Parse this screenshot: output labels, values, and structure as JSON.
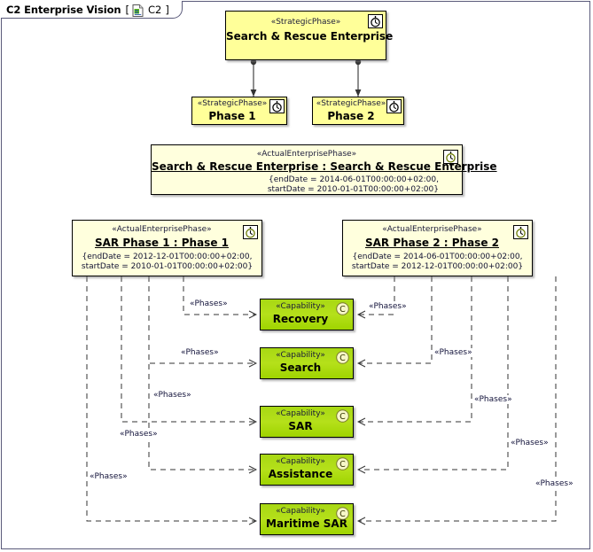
{
  "frame": {
    "title": "C2 Enterprise Vision",
    "bracket_open": "[",
    "bracket_close": "]",
    "code": "C2",
    "icon": "document-icon"
  },
  "stereotypes": {
    "strategic_phase": "«StrategicPhase»",
    "actual_enterprise_phase": "«ActualEnterprisePhase»",
    "capability": "«Capability»"
  },
  "icons": {
    "clock": "clock-icon",
    "capability": "capability-c-icon",
    "document": "document-icon"
  },
  "colors": {
    "phase_fill": "#ffff99",
    "actual_fill": "#ffffdd",
    "capability_fill": "#aadd11",
    "border": "#000000",
    "frame_border": "#5a5a7a",
    "text": "#000000",
    "stereotype_text": "#1a1a3a",
    "connector": "#333333"
  },
  "nodes": {
    "strategic_enterprise": {
      "stereotype": "«StrategicPhase»",
      "name": "Search & Rescue Enterprise"
    },
    "phase1": {
      "stereotype": "«StrategicPhase»",
      "name": "Phase 1"
    },
    "phase2": {
      "stereotype": "«StrategicPhase»",
      "name": "Phase 2"
    },
    "actual_enterprise": {
      "stereotype": "«ActualEnterprisePhase»",
      "name": "Search & Rescue Enterprise : Search & Rescue Enterprise",
      "props": [
        "{endDate = 2014-06-01T00:00:00+02:00,",
        "startDate = 2010-01-01T00:00:00+02:00}"
      ]
    },
    "sar_phase1": {
      "stereotype": "«ActualEnterprisePhase»",
      "name": "SAR Phase 1 : Phase 1",
      "props": [
        "{endDate = 2012-12-01T00:00:00+02:00,",
        "startDate = 2010-01-01T00:00:00+02:00}"
      ]
    },
    "sar_phase2": {
      "stereotype": "«ActualEnterprisePhase»",
      "name": "SAR Phase 2 : Phase 2",
      "props": [
        "{endDate = 2014-06-01T00:00:00+02:00,",
        "startDate = 2012-12-01T00:00:00+02:00}"
      ]
    },
    "capabilities": [
      {
        "stereotype": "«Capability»",
        "name": "Recovery"
      },
      {
        "stereotype": "«Capability»",
        "name": "Search"
      },
      {
        "stereotype": "«Capability»",
        "name": "SAR"
      },
      {
        "stereotype": "«Capability»",
        "name": "Assistance"
      },
      {
        "stereotype": "«Capability»",
        "name": "Maritime SAR"
      }
    ]
  },
  "edge_labels": {
    "phases": "«Phases»",
    "left": [
      "«Phases»",
      "«Phases»",
      "«Phases»",
      "«Phases»",
      "«Phases»"
    ],
    "right": [
      "«Phases»",
      "«Phases»",
      "«Phases»",
      "«Phases»",
      "«Phases»"
    ]
  }
}
